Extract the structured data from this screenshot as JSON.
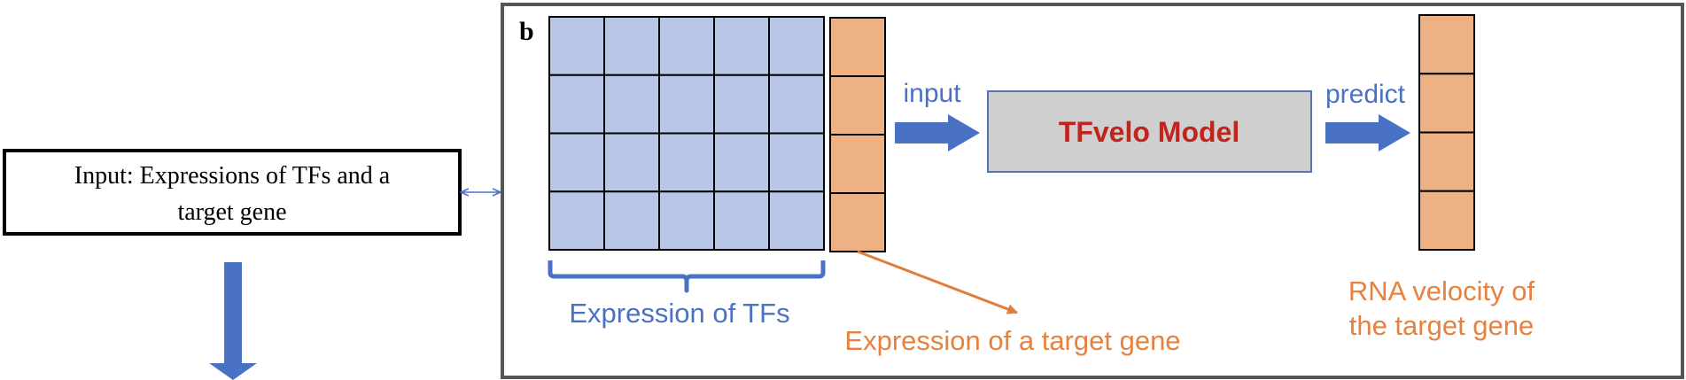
{
  "colors": {
    "tf_cell": "#b8c7e5",
    "target_cell": "#eeb184",
    "arrow_blue": "#4a72c4",
    "arrow_orange": "#e07e3a",
    "model_fill": "#cfcfcf",
    "model_text": "#c0241c",
    "blue_text": "#4a72c4",
    "orange_text": "#e7813f",
    "frame": "#555555"
  },
  "input_box": {
    "line1": "Input: Expressions of TFs and a",
    "line2": "target gene"
  },
  "panel": {
    "label": "b",
    "tf_grid": {
      "rows": 4,
      "cols": 5
    },
    "target_vector_cells": 4,
    "output_vector_cells": 4,
    "input_arrow_label": "input",
    "model_label": "TFvelo Model",
    "predict_arrow_label": "predict",
    "tf_caption": "Expression of TFs",
    "target_caption": "Expression of a target gene",
    "velocity_caption_line1": "RNA velocity of",
    "velocity_caption_line2": "the target gene"
  },
  "icons": {
    "double_arrow": "left-right-arrow-icon",
    "down_arrow": "down-arrow-icon"
  }
}
